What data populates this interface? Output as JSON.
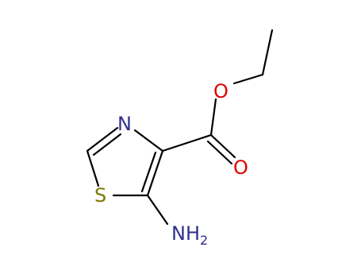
{
  "molecule": {
    "atoms": {
      "n_ring": {
        "symbol": "N",
        "color": "#2f2f8f"
      },
      "s_ring": {
        "symbol": "S",
        "color": "#7a7a00"
      },
      "o_ether": {
        "symbol": "O",
        "color": "#e00000"
      },
      "o_carbonyl": {
        "symbol": "O",
        "color": "#e00000"
      },
      "n_amine": {
        "symbol": "NH",
        "subscript": "2",
        "color": "#2f2f8f"
      }
    },
    "bond_color": "#000000"
  }
}
